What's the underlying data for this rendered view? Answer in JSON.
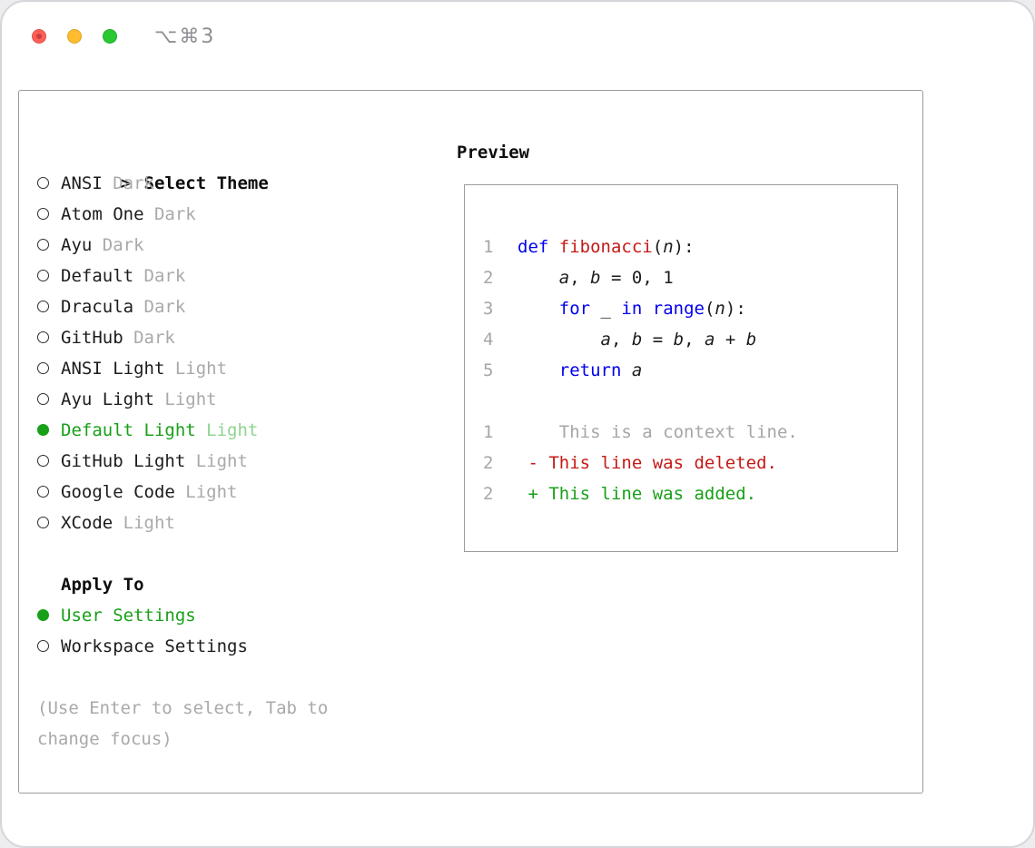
{
  "titlebar": {
    "shortcut": "⌥⌘3"
  },
  "colors": {
    "accent_green": "#18a018",
    "selected_variant_green": "#8fd48f",
    "keyword_blue": "#0000ee",
    "function_red": "#c41a16",
    "deleted_red": "#c41a16",
    "added_green": "#18a018",
    "muted_gray": "#a6a6a6",
    "traffic_red": "#ff5f57",
    "traffic_yellow": "#febc2e",
    "traffic_green": "#2ac833"
  },
  "theme_selector": {
    "cursor": ">",
    "title": "Select Theme",
    "items": [
      {
        "name": "ANSI",
        "variant": "Dark",
        "selected": false
      },
      {
        "name": "Atom One",
        "variant": "Dark",
        "selected": false
      },
      {
        "name": "Ayu",
        "variant": "Dark",
        "selected": false
      },
      {
        "name": "Default",
        "variant": "Dark",
        "selected": false
      },
      {
        "name": "Dracula",
        "variant": "Dark",
        "selected": false
      },
      {
        "name": "GitHub",
        "variant": "Dark",
        "selected": false
      },
      {
        "name": "ANSI Light",
        "variant": "Light",
        "selected": false
      },
      {
        "name": "Ayu Light",
        "variant": "Light",
        "selected": false
      },
      {
        "name": "Default Light",
        "variant": "Light",
        "selected": true
      },
      {
        "name": "GitHub Light",
        "variant": "Light",
        "selected": false
      },
      {
        "name": "Google Code",
        "variant": "Light",
        "selected": false
      },
      {
        "name": "XCode",
        "variant": "Light",
        "selected": false
      }
    ]
  },
  "apply_to": {
    "title": "Apply To",
    "options": [
      {
        "label": "User Settings",
        "selected": true
      },
      {
        "label": "Workspace Settings",
        "selected": false
      }
    ]
  },
  "hint_lines": [
    "(Use Enter to select, Tab to",
    "change focus)"
  ],
  "preview": {
    "title": "Preview",
    "code_lines": [
      {
        "num": "1",
        "tokens": [
          [
            "def",
            "kw"
          ],
          [
            " ",
            "p"
          ],
          [
            "fibonacci",
            "fn"
          ],
          [
            "(",
            "p"
          ],
          [
            "n",
            "var"
          ],
          [
            "):",
            "p"
          ]
        ]
      },
      {
        "num": "2",
        "tokens": [
          [
            "    ",
            "p"
          ],
          [
            "a",
            "var"
          ],
          [
            ", ",
            "p"
          ],
          [
            "b",
            "var"
          ],
          [
            " = 0, 1",
            "p"
          ]
        ]
      },
      {
        "num": "3",
        "tokens": [
          [
            "    ",
            "p"
          ],
          [
            "for",
            "kw"
          ],
          [
            " _ ",
            "p"
          ],
          [
            "in",
            "kw"
          ],
          [
            " ",
            "p"
          ],
          [
            "range",
            "kw"
          ],
          [
            "(",
            "p"
          ],
          [
            "n",
            "var"
          ],
          [
            "):",
            "p"
          ]
        ]
      },
      {
        "num": "4",
        "tokens": [
          [
            "        ",
            "p"
          ],
          [
            "a",
            "var"
          ],
          [
            ", ",
            "p"
          ],
          [
            "b",
            "var"
          ],
          [
            " = ",
            "p"
          ],
          [
            "b",
            "var"
          ],
          [
            ", ",
            "p"
          ],
          [
            "a",
            "var"
          ],
          [
            " + ",
            "p"
          ],
          [
            "b",
            "var"
          ]
        ]
      },
      {
        "num": "5",
        "tokens": [
          [
            "    ",
            "p"
          ],
          [
            "return",
            "kw"
          ],
          [
            " ",
            "p"
          ],
          [
            "a",
            "var"
          ]
        ]
      }
    ],
    "diff_lines": [
      {
        "num": "1",
        "text": "    This is a context line.",
        "type": "context"
      },
      {
        "num": "2",
        "text": " - This line was deleted.",
        "type": "deleted"
      },
      {
        "num": "2",
        "text": " + This line was added.",
        "type": "added"
      }
    ]
  }
}
